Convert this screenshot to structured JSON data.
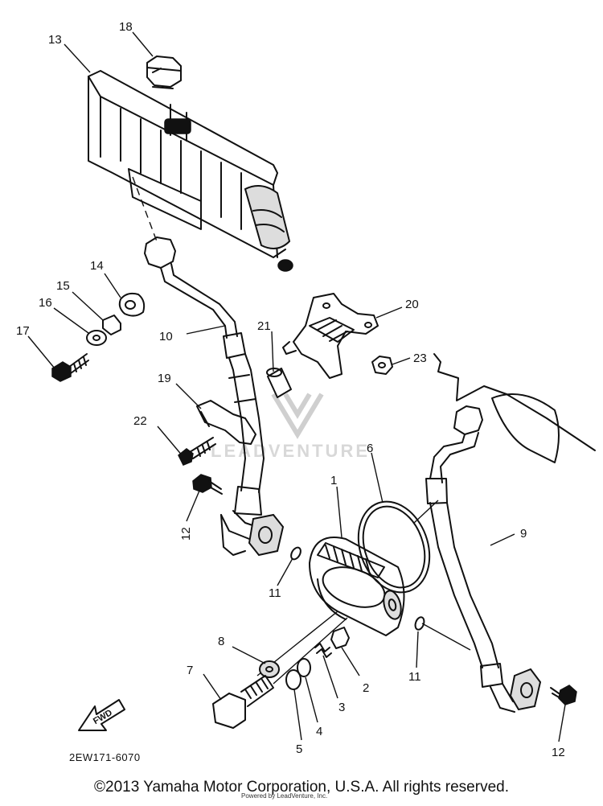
{
  "callouts": [
    {
      "id": "18",
      "text": "18"
    },
    {
      "id": "13",
      "text": "13"
    },
    {
      "id": "14",
      "text": "14"
    },
    {
      "id": "15",
      "text": "15"
    },
    {
      "id": "16",
      "text": "16"
    },
    {
      "id": "17",
      "text": "17"
    },
    {
      "id": "10",
      "text": "10"
    },
    {
      "id": "21",
      "text": "21"
    },
    {
      "id": "20",
      "text": "20"
    },
    {
      "id": "23",
      "text": "23"
    },
    {
      "id": "19",
      "text": "19"
    },
    {
      "id": "22",
      "text": "22"
    },
    {
      "id": "6",
      "text": "6"
    },
    {
      "id": "1",
      "text": "1"
    },
    {
      "id": "9",
      "text": "9"
    },
    {
      "id": "12a",
      "text": "12"
    },
    {
      "id": "11a",
      "text": "11"
    },
    {
      "id": "11b",
      "text": "11"
    },
    {
      "id": "8",
      "text": "8"
    },
    {
      "id": "7",
      "text": "7"
    },
    {
      "id": "2",
      "text": "2"
    },
    {
      "id": "3",
      "text": "3"
    },
    {
      "id": "4",
      "text": "4"
    },
    {
      "id": "5",
      "text": "5"
    },
    {
      "id": "12b",
      "text": "12"
    }
  ],
  "diagram_code": "2EW171-6070",
  "fwd_label": "FWD",
  "watermark": "LEADVENTURE",
  "copyright": "©2013 Yamaha Motor Corporation, U.S.A. All rights reserved.",
  "credit": "Powered by LeadVenture, Inc."
}
